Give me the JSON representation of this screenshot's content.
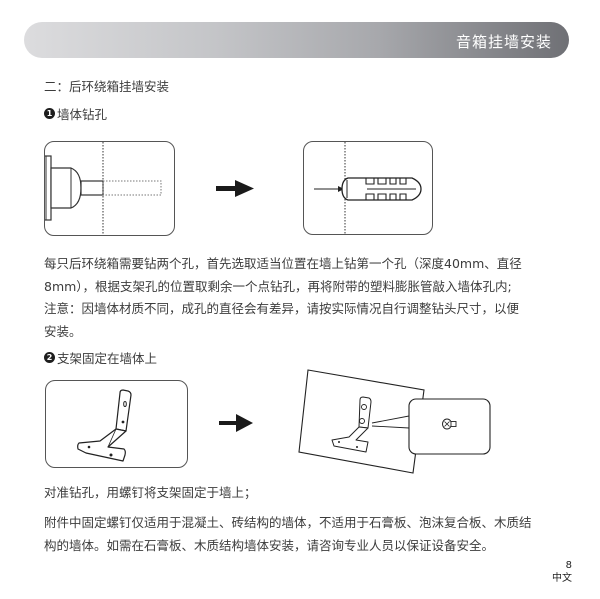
{
  "header": {
    "title": "音箱挂墙安装"
  },
  "section": {
    "heading": "二：后环绕箱挂墙安装"
  },
  "steps": [
    {
      "number": "1",
      "title": "墙体钻孔"
    },
    {
      "number": "2",
      "title": "支架固定在墙体上"
    }
  ],
  "step1_text": {
    "lines": [
      "每只后环绕箱需要钻两个孔，首先选取适当位置在墙上钻第一个孔（深度40mm、直径",
      "8mm），根据支架孔的位置取剩余一个点钻孔，再将附带的塑料膨胀管敲入墙体孔内;",
      "注意：因墙体材质不同，成孔的直径会有差异，请按实际情况自行调整钻头尺寸，以便",
      "安装。"
    ]
  },
  "step2_text": {
    "instruction": "对准钻孔，用螺钉将支架固定于墙上；",
    "lines": [
      "附件中固定螺钉仅适用于混凝土、砖结构的墙体，不适用于石膏板、泡沫复合板、木质结",
      "构的墙体。如需在石膏板、木质结构墙体安装，请咨询专业人员以保证设备安全。"
    ]
  },
  "illustrations": {
    "drill": "drill-into-wall-icon",
    "anchor": "wall-anchor-insert-icon",
    "bracket": "wall-bracket-icon",
    "mounted": "bracket-mounted-on-wall-icon",
    "screw": "screw-icon",
    "arrow": "right-arrow-icon"
  },
  "footer": {
    "page_number": "8",
    "language": "中文"
  }
}
